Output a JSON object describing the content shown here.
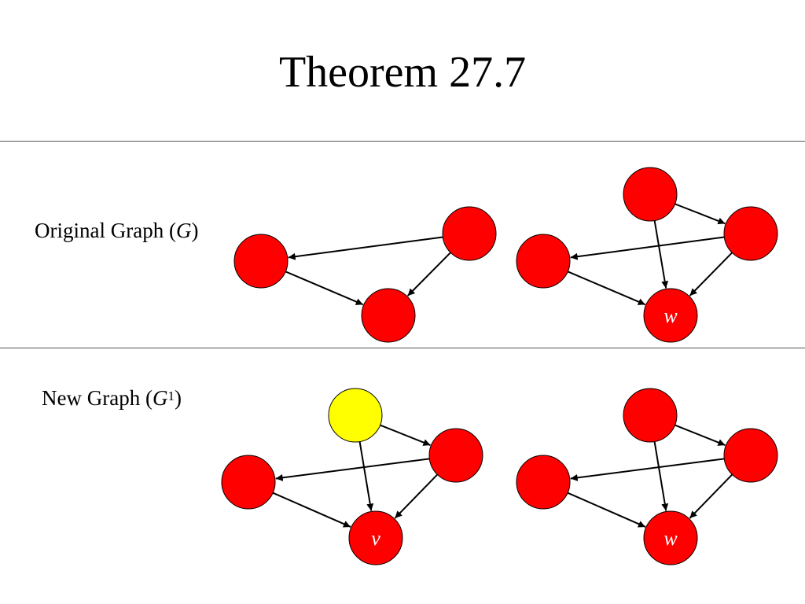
{
  "title": "Theorem 27.7",
  "sections": [
    {
      "label_prefix": "Original Graph (",
      "label_symbol": "G",
      "label_sup": "",
      "label_suffix": ")"
    },
    {
      "label_prefix": "New Graph (",
      "label_symbol": "G",
      "label_sup": "1",
      "label_suffix": ")"
    }
  ],
  "node_labels": {
    "top_right_sink": "w",
    "bottom_left_sink": "v",
    "bottom_right_sink": "w"
  },
  "colors": {
    "node_fill": "#ff0000",
    "highlight_fill": "#ffff00",
    "edge": "#000000",
    "node_label": "#ffffff"
  }
}
